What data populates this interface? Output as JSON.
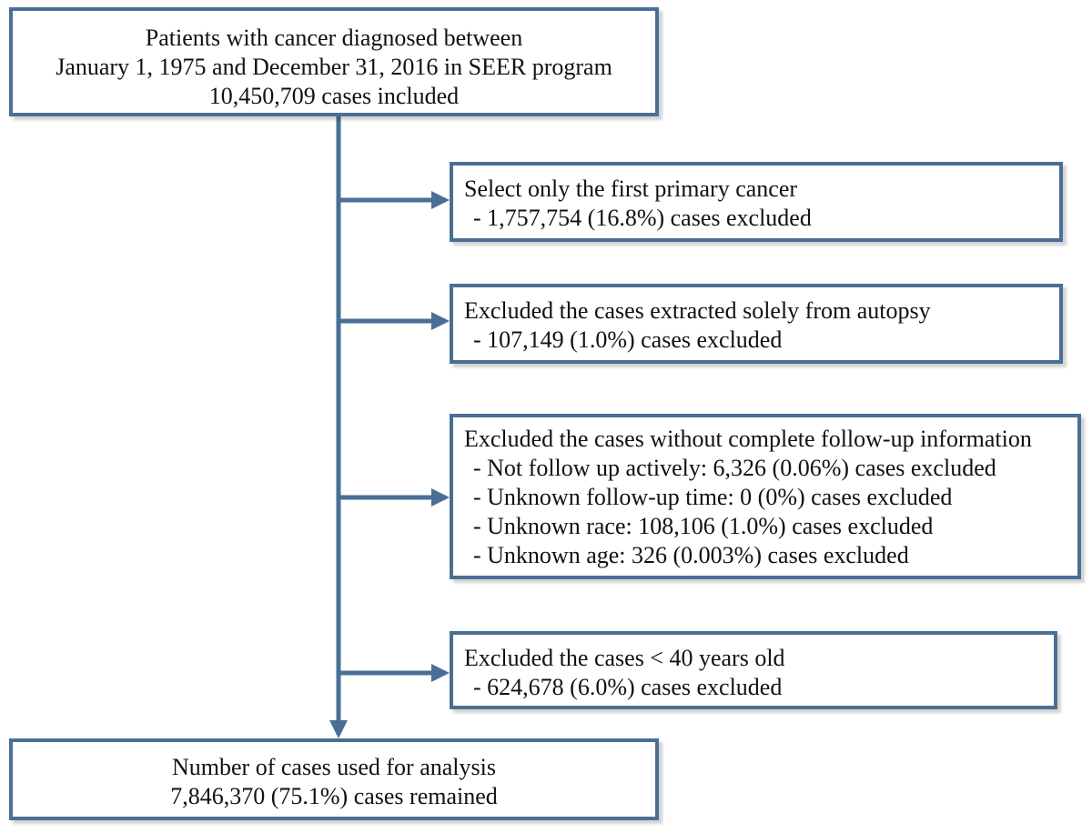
{
  "top_box": {
    "line1": "Patients with cancer diagnosed between",
    "line2": "January 1, 1975 and December 31, 2016 in SEER program",
    "line3": "10,450,709  cases included"
  },
  "exclusions": [
    {
      "title": "Select only the first primary cancer",
      "details": [
        "- 1,757,754 (16.8%) cases excluded"
      ]
    },
    {
      "title": "Excluded the cases extracted solely from autopsy",
      "details": [
        "- 107,149 (1.0%) cases excluded"
      ]
    },
    {
      "title": "Excluded the cases without complete follow-up information",
      "details": [
        "- Not follow up actively: 6,326 (0.06%) cases excluded",
        "- Unknown follow-up time: 0 (0%) cases excluded",
        "- Unknown race: 108,106 (1.0%) cases excluded",
        "- Unknown age: 326 (0.003%) cases excluded"
      ]
    },
    {
      "title": "Excluded the cases < 40 years old",
      "details": [
        "- 624,678 (6.0%) cases excluded"
      ]
    }
  ],
  "bottom_box": {
    "line1": "Number of cases used for analysis",
    "line2": "7,846,370 (75.1%) cases remained"
  },
  "colors": {
    "border": "#4a6f96",
    "arrow": "#4a6f96"
  }
}
